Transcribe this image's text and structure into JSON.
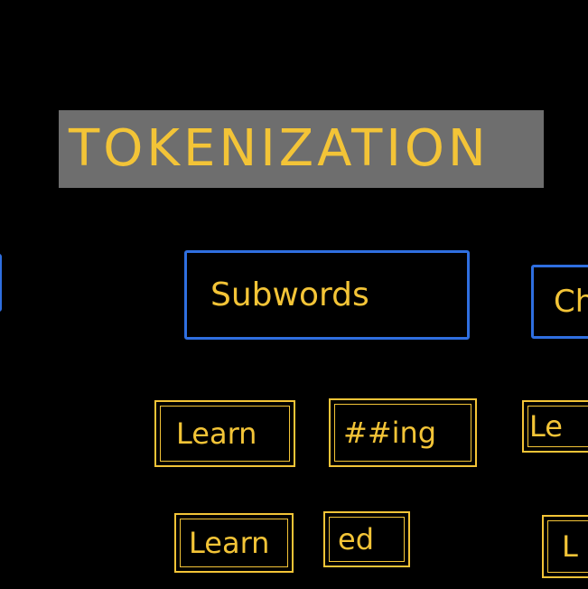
{
  "diagram": {
    "title": "TOKENIZATION",
    "nodes": {
      "subwords": "Subwords",
      "characters_partial": "Ch",
      "tokens": {
        "learn_1": "Learn",
        "ing": "##ing",
        "partial_right_1": "Le",
        "learn_2": "Learn",
        "ed": "ed",
        "partial_right_2": "L"
      }
    },
    "colors": {
      "background": "#000000",
      "title_bg": "#6e6e6e",
      "ink_yellow": "#f3c437",
      "ink_blue": "#2f6fe0"
    }
  }
}
